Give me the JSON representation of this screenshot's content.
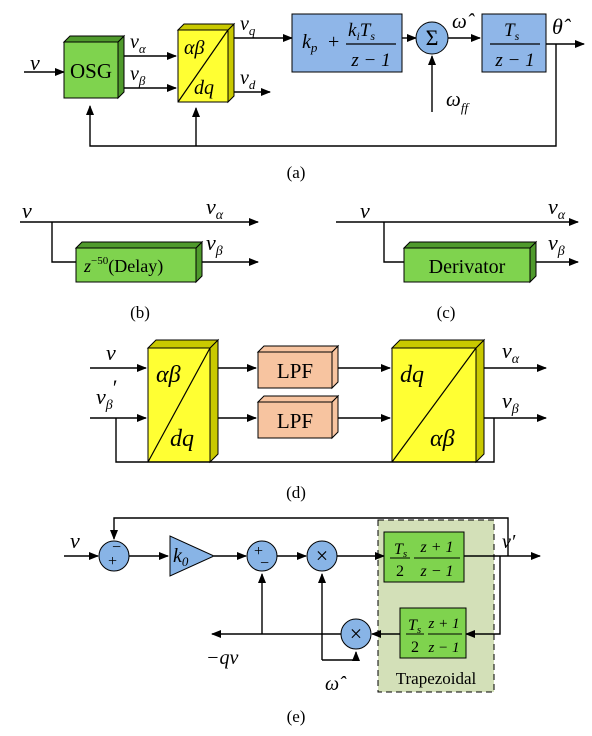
{
  "colors": {
    "green": "#7fd34e",
    "green_side": "#4f9a2c",
    "yellow": "#ffff33",
    "yellow_side": "#c9c900",
    "blue": "#8fb6e8",
    "node": "#88b4e6",
    "salmon": "#f7c4a0",
    "trap_bg": "#d3e0b8"
  },
  "panel_a": {
    "caption": "(a)",
    "input": "v",
    "osg": "OSG",
    "out_alpha": "v",
    "out_alpha_sub": "α",
    "out_beta": "v",
    "out_beta_sub": "β",
    "park_top": "αβ",
    "park_bottom": "dq",
    "vq": "v",
    "vq_sub": "q",
    "vd": "v",
    "vd_sub": "d",
    "pi_kp": "k",
    "pi_kp_sub": "p",
    "pi_plus": "+",
    "pi_num": "k",
    "pi_num_sub": "i",
    "pi_num_t": "T",
    "pi_num_t_sub": "s",
    "pi_den": "z − 1",
    "sum": "Σ",
    "omega_hat": "ω̂",
    "int_num": "T",
    "int_num_sub": "s",
    "int_den": "z − 1",
    "theta_hat": "θ̂",
    "omega_ff": "ω",
    "omega_ff_sub": "ff"
  },
  "panel_b": {
    "caption": "(b)",
    "input": "v",
    "out_alpha": "v",
    "out_alpha_sub": "α",
    "out_beta": "v",
    "out_beta_sub": "β",
    "delay_z": "z",
    "delay_exp": "−50",
    "delay_text": "(Delay)"
  },
  "panel_c": {
    "caption": "(c)",
    "input": "v",
    "out_alpha": "v",
    "out_alpha_sub": "α",
    "out_beta": "v",
    "out_beta_sub": "β",
    "derivator": "Derivator"
  },
  "panel_d": {
    "caption": "(d)",
    "input_v": "v",
    "input_vb": "v",
    "input_vb_sub": "β",
    "input_vb_prime": "′",
    "park1_top": "αβ",
    "park1_bottom": "dq",
    "lpf1": "LPF",
    "lpf2": "LPF",
    "park2_top": "dq",
    "park2_bottom": "αβ",
    "out_alpha": "v",
    "out_alpha_sub": "α",
    "out_beta": "v",
    "out_beta_sub": "β"
  },
  "panel_e": {
    "caption": "(e)",
    "input": "v",
    "sum1_plus": "+",
    "sum1_minus": "−",
    "gain": "k",
    "gain_sub": "0",
    "sum2_plus": "+",
    "sum2_minus": "−",
    "mult": "×",
    "trap1_num_t": "T",
    "trap1_num_t_sub": "s",
    "trap1_den": "2",
    "trap1_frac_num": "z + 1",
    "trap1_frac_den": "z − 1",
    "trap2_num_t": "T",
    "trap2_num_t_sub": "s",
    "trap2_den": "2",
    "trap2_frac_num": "z + 1",
    "trap2_frac_den": "z − 1",
    "output": "v′",
    "qv": "−qv",
    "omega_hat": "ω̂",
    "trap_label": "Trapezoidal"
  }
}
